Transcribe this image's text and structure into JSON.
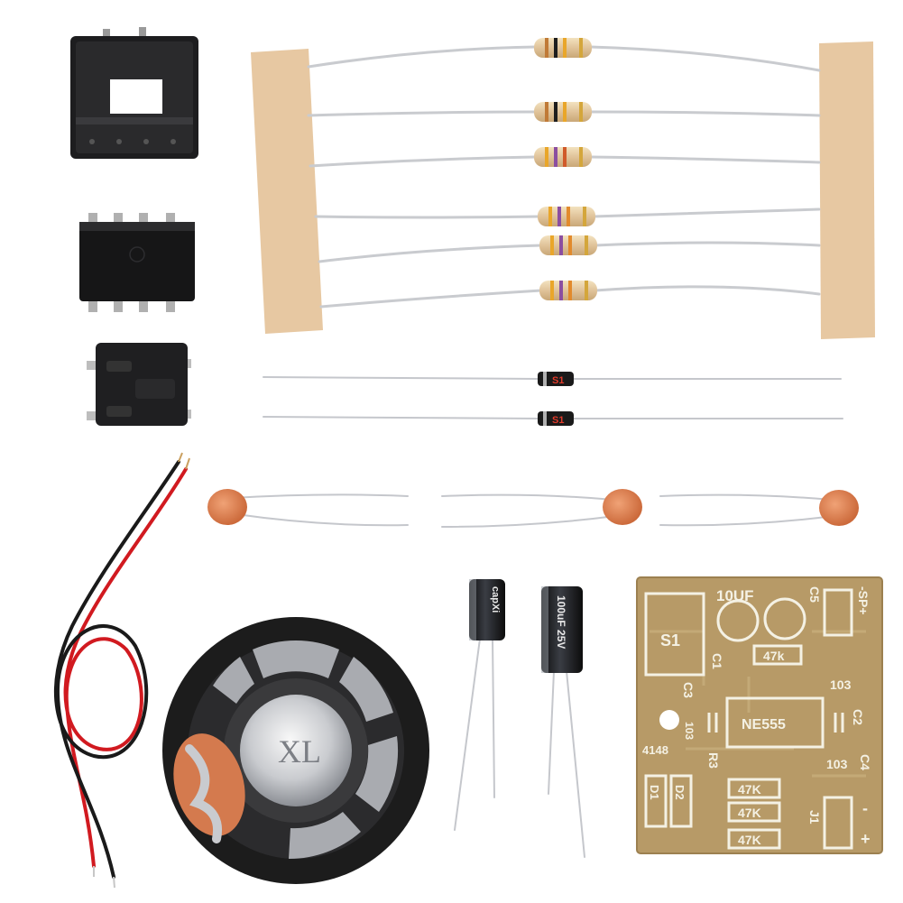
{
  "scene": {
    "background": "#ffffff",
    "kit_items": [
      "ic-socket-8pin",
      "ne555-ic",
      "tactile-switch",
      "resistor-strip",
      "diodes",
      "ceramic-capacitors",
      "electrolytic-capacitors",
      "speaker",
      "red-black-wires",
      "pcb-board"
    ]
  },
  "pcb": {
    "labels": {
      "cap_10uf": "10UF",
      "c5": "C5",
      "sp": "-SP+",
      "s1": "S1",
      "c1": "C1",
      "r47k_top": "47k",
      "c103_top": "103",
      "c3": "C3",
      "ic": "NE555",
      "c2": "C2",
      "c103_left": "103",
      "diode": "4148",
      "r3": "R3",
      "c103_right": "103",
      "c4": "C4",
      "d1": "D1",
      "d2": "D2",
      "r47k_1": "47K",
      "r47k_2": "47K",
      "r47k_3": "47K",
      "j1": "J1",
      "minus": "-",
      "plus": "+"
    },
    "colors": {
      "board": "#b79a67",
      "silk": "#f4f1e4"
    }
  },
  "speaker": {
    "label": "XL",
    "color": "#1c1c1c"
  },
  "electrolytic": {
    "small_label": "capXi",
    "large_label": "100uF 25V"
  },
  "diodes": {
    "marking": "S1"
  },
  "colors": {
    "ceramic_cap": "#d9794a",
    "resistor_body": "#e2c9a0",
    "tape": "#e7c8a2",
    "wire_red": "#d11a20",
    "wire_black": "#1a1a1a"
  }
}
